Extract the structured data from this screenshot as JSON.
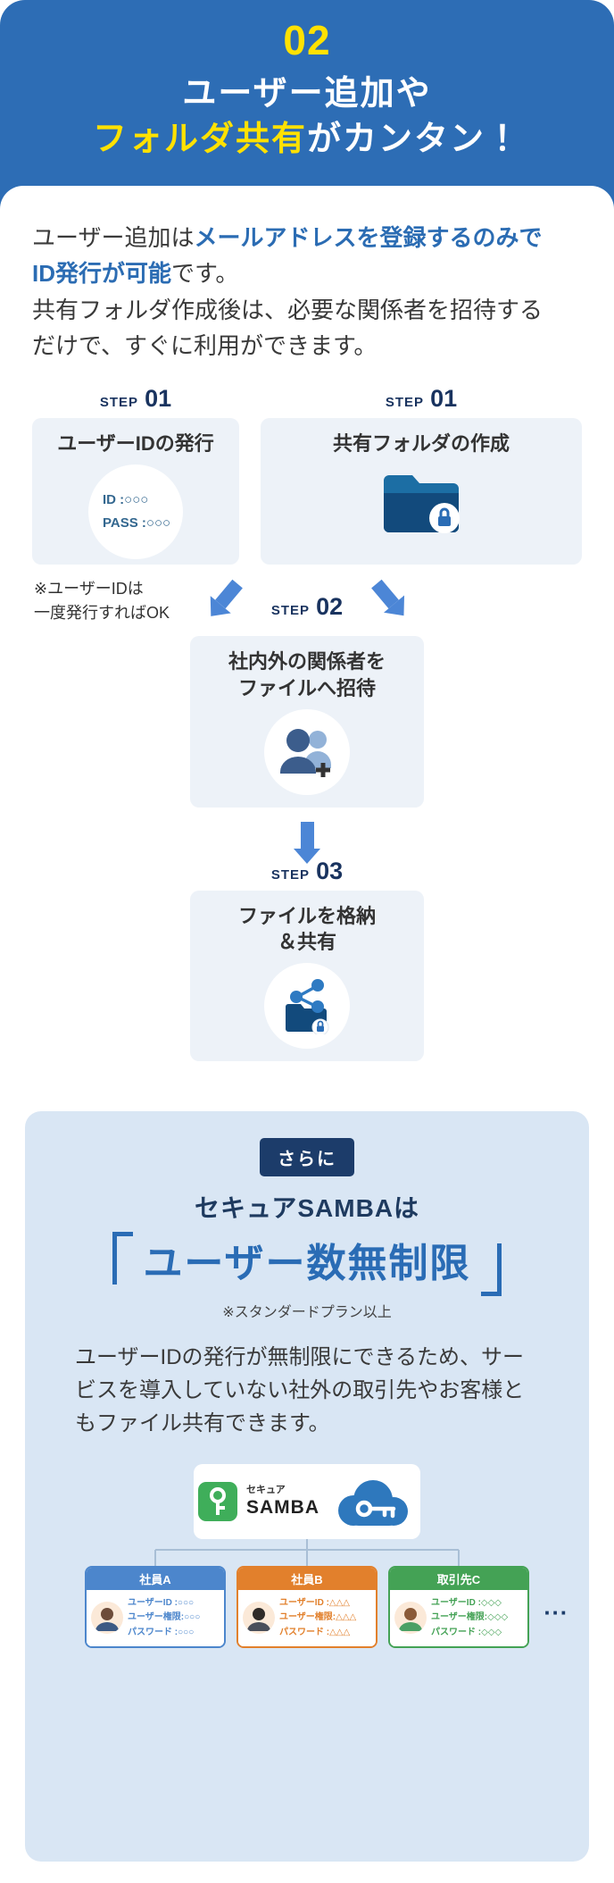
{
  "colors": {
    "hero_bg": "#2d6db5",
    "accent_yellow": "#ffe100",
    "accent_blue": "#2b6cb3",
    "panel_bg": "#d9e6f4",
    "navy": "#1c3c6a",
    "arrow_blue": "#4c86d6",
    "user_a": "#4c86cc",
    "user_b": "#e2802c",
    "user_c": "#44a255"
  },
  "hero": {
    "number": "02",
    "title_line1": "ユーザー追加や",
    "title_line2_highlight": "フォルダ共有",
    "title_line2_rest": "がカンタン！"
  },
  "intro": {
    "seg1": "ユーザー追加は",
    "seg2_highlight": "メールアドレスを登録するのみでID発行が可能",
    "seg3": "です。",
    "line2": "共有フォルダ作成後は、必要な関係者を招待するだけで、すぐに利用ができます。"
  },
  "steps": {
    "step_word": "STEP",
    "issue_id": {
      "number": "01",
      "title": "ユーザーIDの発行",
      "circle_line1": "ID :○○○",
      "circle_line2": "PASS :○○○",
      "note_line1": "※ユーザーIDは",
      "note_line2": "一度発行すればOK"
    },
    "create_folder": {
      "number": "01",
      "title": "共有フォルダの作成"
    },
    "invite": {
      "number": "02",
      "title_line1": "社内外の関係者を",
      "title_line2": "ファイルへ招待"
    },
    "store_share": {
      "number": "03",
      "title_line1": "ファイルを格納",
      "title_line2": "＆共有"
    }
  },
  "panel": {
    "badge": "さらに",
    "subtitle": "セキュアSAMBAは",
    "headline": "ユーザー数無制限",
    "note": "※スタンダードプラン以上",
    "body": "ユーザーIDの発行が無制限にできるため、サービスを導入していない社外の取引先やお客様ともファイル共有できます。",
    "logo": {
      "small": "セキュア",
      "name": "SAMBA"
    },
    "users": [
      {
        "name": "社員A",
        "id": "ユーザーID :○○○",
        "permission": "ユーザー権限:○○○",
        "password": "パスワード :○○○"
      },
      {
        "name": "社員B",
        "id": "ユーザーID :△△△",
        "permission": "ユーザー権限:△△△",
        "password": "パスワード :△△△"
      },
      {
        "name": "取引先C",
        "id": "ユーザーID :◇◇◇",
        "permission": "ユーザー権限:◇◇◇",
        "password": "パスワード :◇◇◇"
      }
    ],
    "more": "..."
  }
}
